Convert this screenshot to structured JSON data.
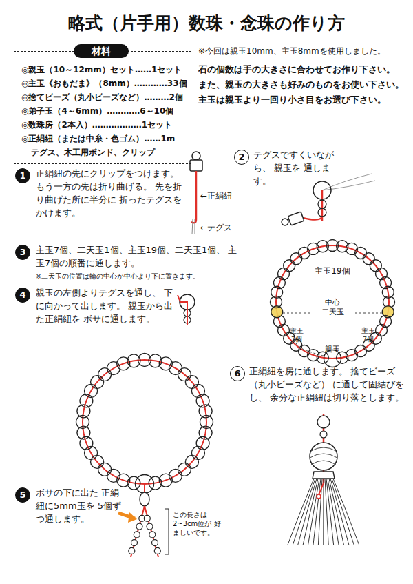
{
  "diagram": {
    "title": "略式（片手用）数珠・念珠の作り方",
    "nodes": [
      {
        "text": [
          "◎親玉（10～12mm）セット……1セット",
          "◎主玉《おもだま》（8mm）…………33個",
          "◎捨てビーズ（丸小ビーズなど）………2個",
          "◎弟子玉（4～6mm）…………6～10個",
          "◎数珠房（2本入）………………1セット",
          "◎正絹紐（または中糸・色ゴム）……1m",
          "テグス、木工用ボンド、クリップ"
        ]
      },
      {
        "text": [
          "材料"
        ],
        "in": 0
      },
      {
        "text": [
          "1"
        ]
      },
      {
        "text": [
          "2"
        ]
      },
      {
        "text": [
          "3"
        ]
      },
      {
        "text": [
          "4"
        ]
      },
      {
        "text": [
          "5"
        ]
      },
      {
        "text": [
          "6"
        ]
      }
    ],
    "labels": [
      "※今回は親玉10mm、主玉8mmを使用しました。",
      "石の個数は手の大きさに合わせてお作り下さい。",
      "また、親玉の大きさも好みのものをお使い下さい。",
      "主玉は親玉より一回り小さ目をお選び下さい。",
      "正絹紐の先にクリップをつけます。 もう一方の先は折り曲げる。 先を折り曲げた所に半分に 折ったテグスをかけます。",
      "←正絹紐",
      "←テグス",
      "テグスですくいながら、 親玉を 通します。",
      "主玉7個、二天玉1個、主玉19個、二天玉1個、 主玉7個の順番に通します。",
      "※二天玉の位置は輪の中心か中心より下に置きます。",
      "親玉の左側よりテグスを通し、 下に向かって出します。 親玉から出た正絹紐を ボサに通します。",
      "主玉19個",
      "中心",
      "二天玉",
      "主玉 7個",
      "主玉 7個",
      "親玉",
      "ボサの下に出た 正絹紐に5mm玉を 5個ずつ通します。",
      "この長さは 2~3cm位が 好ましいです。",
      "正絹紐を房に通します。 捨てビーズ（丸小ビーズなど） に通して固結びをし、 余分な正絹紐は切り落とします。"
    ]
  }
}
